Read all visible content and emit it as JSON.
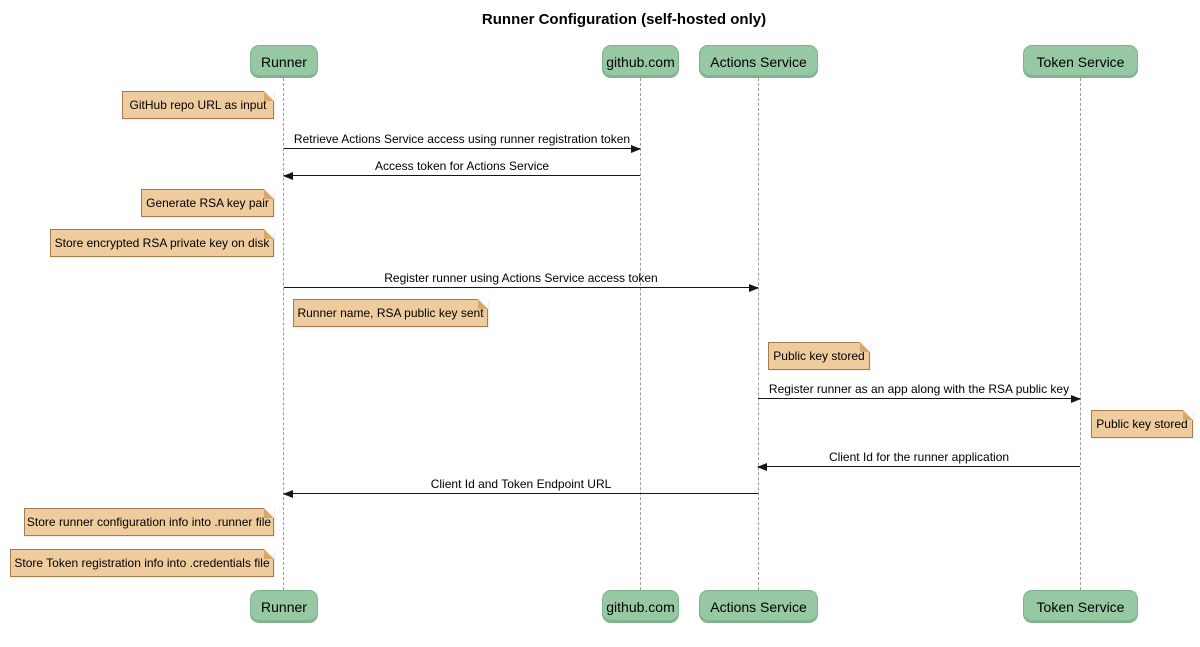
{
  "title": "Runner Configuration (self-hosted only)",
  "colors": {
    "participant_fill": "#95C8A3",
    "participant_border": "#7EB28B",
    "note_fill": "#EECC9E",
    "note_border": "#A87A52",
    "note_fold_color": "#D9A868",
    "lifeline": "#9c9c9c",
    "arrow": "#151515"
  },
  "participants": [
    {
      "name": "Runner"
    },
    {
      "name": "github.com"
    },
    {
      "name": "Actions Service"
    },
    {
      "name": "Token Service"
    }
  ],
  "messages": [
    {
      "from": "Runner",
      "to": "github.com",
      "label": "Retrieve Actions Service access using runner registration token"
    },
    {
      "from": "github.com",
      "to": "Runner",
      "label": "Access token for Actions Service"
    },
    {
      "from": "Runner",
      "to": "Actions Service",
      "label": "Register runner using Actions Service access token"
    },
    {
      "from": "Actions Service",
      "to": "Token Service",
      "label": "Register runner as an app along with the RSA public key"
    },
    {
      "from": "Token Service",
      "to": "Actions Service",
      "label": "Client Id for the runner application"
    },
    {
      "from": "Actions Service",
      "to": "Runner",
      "label": "Client Id and Token Endpoint URL"
    }
  ],
  "notes": [
    {
      "attached_to": "Runner",
      "side": "left",
      "text": "GitHub repo URL as input"
    },
    {
      "attached_to": "Runner",
      "side": "left",
      "text": "Generate RSA key pair"
    },
    {
      "attached_to": "Runner",
      "side": "left",
      "text": "Store encrypted RSA private key on disk"
    },
    {
      "attached_to": "Runner",
      "side": "right",
      "text": "Runner name, RSA public key sent"
    },
    {
      "attached_to": "Actions Service",
      "side": "right",
      "text": "Public key stored"
    },
    {
      "attached_to": "Token Service",
      "side": "right",
      "text": "Public key stored"
    },
    {
      "attached_to": "Runner",
      "side": "left",
      "text": "Store runner configuration info into .runner file"
    },
    {
      "attached_to": "Runner",
      "side": "left",
      "text": "Store Token registration info into .credentials file"
    }
  ]
}
